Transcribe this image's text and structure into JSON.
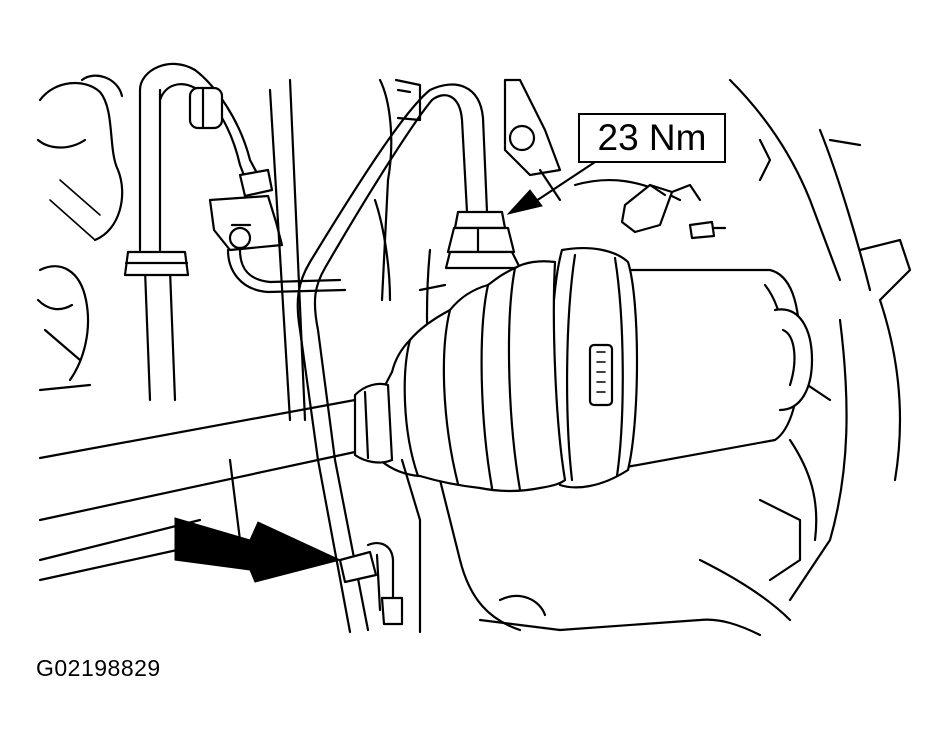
{
  "diagram": {
    "callout": {
      "torque": "23 Nm"
    },
    "figure_id": "G02198829",
    "colors": {
      "line": "#000000",
      "background": "#ffffff"
    },
    "icons": {
      "callout_pointer": "arrow-left-down",
      "location_pointer": "thick-arrow-right"
    }
  }
}
